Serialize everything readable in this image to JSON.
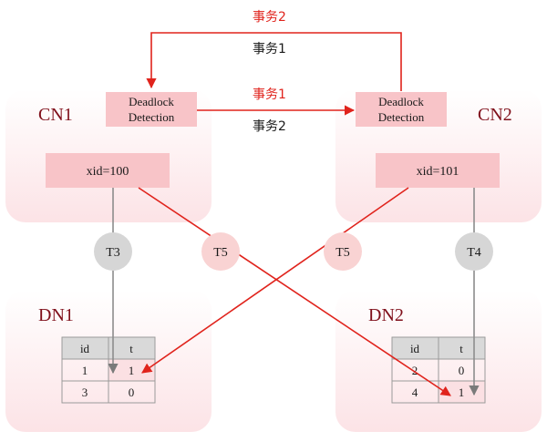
{
  "nodes": {
    "cn1": {
      "label": "CN1"
    },
    "cn2": {
      "label": "CN2"
    },
    "dn1": {
      "label": "DN1"
    },
    "dn2": {
      "label": "DN2"
    }
  },
  "deadlock_detection": {
    "line1": "Deadlock",
    "line2": "Detection"
  },
  "cn1_xid": "xid=100",
  "cn2_xid": "xid=101",
  "transactions": {
    "top_loop_red": "事务2",
    "top_loop_black": "事务1",
    "middle_red": "事务1",
    "middle_black": "事务2"
  },
  "circles": {
    "dn1_local": "T3",
    "cn1_remote": "T5",
    "cn2_remote": "T5",
    "dn2_local": "T4"
  },
  "tables": {
    "dn1": {
      "headers": [
        "id",
        "t"
      ],
      "rows": [
        [
          "1",
          "1"
        ],
        [
          "3",
          "0"
        ]
      ]
    },
    "dn2": {
      "headers": [
        "id",
        "t"
      ],
      "rows": [
        [
          "2",
          "0"
        ],
        [
          "4",
          "1"
        ]
      ]
    }
  },
  "colors": {
    "node_background": "#fdecee",
    "box_fill": "#f8c4c8",
    "arrow_red": "#e0231c",
    "arrow_gray": "#8c8c8c",
    "circle_gray": "#d6d6d6",
    "circle_pink": "#f9d3d3",
    "table_header": "#d9d9d9",
    "highlight_cell": "#fbe0e3",
    "title_red": "#7f0f1a"
  }
}
